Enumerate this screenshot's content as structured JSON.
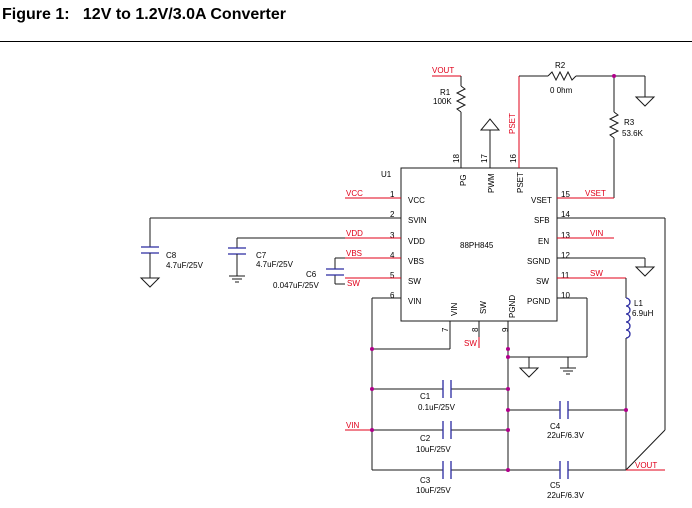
{
  "title": "Figure 1:   12V to 1.2V/3.0A Converter",
  "ic": {
    "ref": "U1",
    "part": "88PH845",
    "pins": {
      "p1": {
        "num": "1",
        "name": "VCC"
      },
      "p2": {
        "num": "2",
        "name": "SVIN"
      },
      "p3": {
        "num": "3",
        "name": "VDD"
      },
      "p4": {
        "num": "4",
        "name": "VBS"
      },
      "p5": {
        "num": "5",
        "name": "SW"
      },
      "p6": {
        "num": "6",
        "name": "VIN"
      },
      "p7": {
        "num": "7",
        "name": "VIN"
      },
      "p8": {
        "num": "8",
        "name": "SW"
      },
      "p9": {
        "num": "9",
        "name": "PGND"
      },
      "p10": {
        "num": "10",
        "name": "PGND"
      },
      "p11": {
        "num": "11",
        "name": "SW"
      },
      "p12": {
        "num": "12",
        "name": "SGND"
      },
      "p13": {
        "num": "13",
        "name": "EN"
      },
      "p14": {
        "num": "14",
        "name": "SFB"
      },
      "p15": {
        "num": "15",
        "name": "VSET"
      },
      "p16": {
        "num": "16",
        "name": "PSET"
      },
      "p17": {
        "num": "17",
        "name": "PWM"
      },
      "p18": {
        "num": "18",
        "name": "PG"
      }
    }
  },
  "nets": {
    "vout_top": "VOUT",
    "pset": "PSET",
    "vcc": "VCC",
    "vdd": "VDD",
    "vbs": "VBS",
    "sw_left": "SW",
    "sw_bottom": "SW",
    "vset": "VSET",
    "vin_right": "VIN",
    "sw_right": "SW",
    "vin_left": "VIN",
    "vout_bottom": "VOUT"
  },
  "components": {
    "r1": {
      "ref": "R1",
      "value": "100K"
    },
    "r2": {
      "ref": "R2",
      "value": "0 0hm"
    },
    "r3": {
      "ref": "R3",
      "value": "53.6K"
    },
    "c8": {
      "ref": "C8",
      "value": "4.7uF/25V"
    },
    "c7": {
      "ref": "C7",
      "value": "4.7uF/25V"
    },
    "c6": {
      "ref": "C6",
      "value": "0.047uF/25V"
    },
    "l1": {
      "ref": "L1",
      "value": "6.9uH"
    },
    "c1": {
      "ref": "C1",
      "value": "0.1uF/25V"
    },
    "c2": {
      "ref": "C2",
      "value": "10uF/25V"
    },
    "c3": {
      "ref": "C3",
      "value": "10uF/25V"
    },
    "c4": {
      "ref": "C4",
      "value": "22uF/6.3V"
    },
    "c5": {
      "ref": "C5",
      "value": "22uF/6.3V"
    }
  }
}
